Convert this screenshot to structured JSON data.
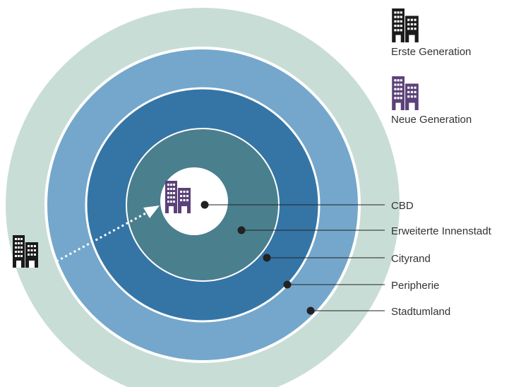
{
  "legend": {
    "first_generation": "Erste Generation",
    "new_generation": "Neue Generation"
  },
  "zones": [
    {
      "name": "CBD",
      "color": "#ffffff"
    },
    {
      "name": "Erweiterte Innenstadt",
      "color": "#4a7f8e"
    },
    {
      "name": "Cityrand",
      "color": "#3575a6"
    },
    {
      "name": "Peripherie",
      "color": "#74a7cb"
    },
    {
      "name": "Stadtumland",
      "color": "#c8ddd6"
    }
  ],
  "colors": {
    "first_generation_building": "#1b1b1b",
    "new_generation_building": "#5b4278",
    "leader_line": "#222222",
    "migration_arrow": "#ffffff"
  },
  "icons": {
    "building": "office-buildings-icon",
    "arrow": "dotted-arrow"
  }
}
